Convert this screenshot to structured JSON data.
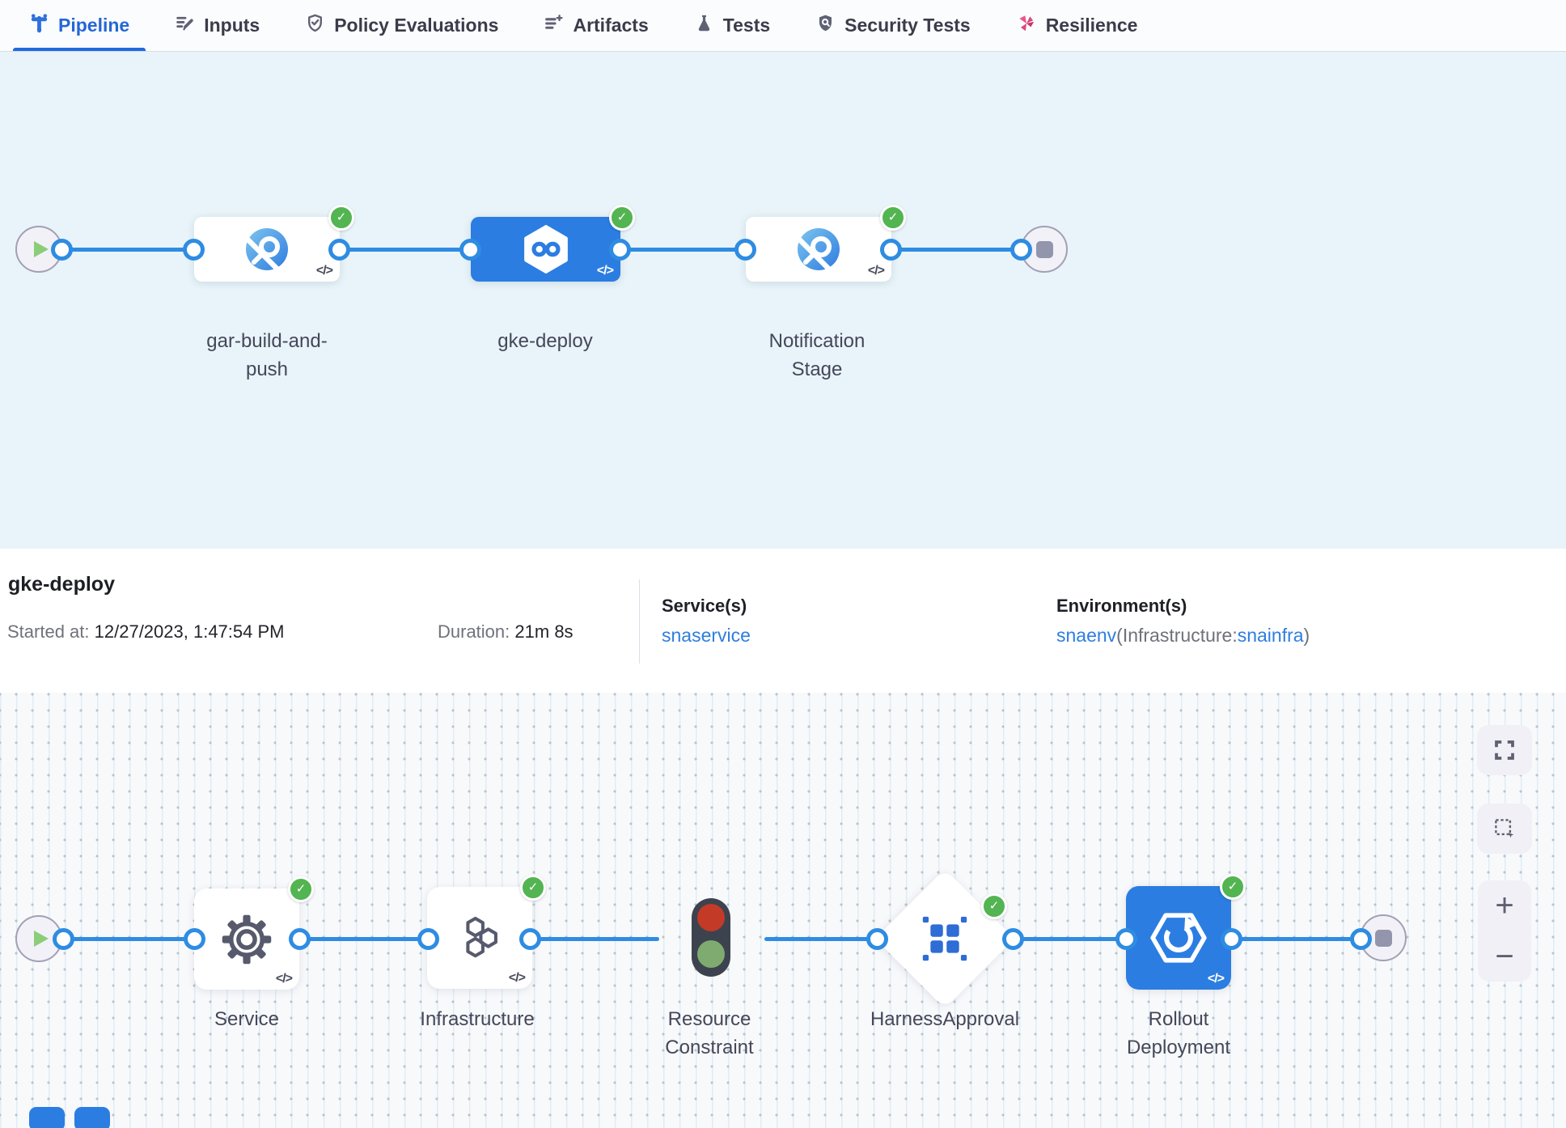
{
  "glyphs": {
    "code": "</>",
    "check": "✓",
    "plus": "+",
    "minus": "−"
  },
  "colors": {
    "accent_blue": "#2b7de2",
    "connector_blue": "#2e8ce2",
    "success_green": "#53b452",
    "link_blue": "#2e7de2",
    "resilience_pink": "#dd4779",
    "top_graph_bg": "#e8f4f9",
    "canvas_bg": "#f8f9fb"
  },
  "tabs": [
    {
      "label": "Pipeline",
      "icon": "pipeline-icon",
      "active": true
    },
    {
      "label": "Inputs",
      "icon": "inputs-icon",
      "active": false
    },
    {
      "label": "Policy Evaluations",
      "icon": "policy-icon",
      "active": false
    },
    {
      "label": "Artifacts",
      "icon": "artifacts-icon",
      "active": false
    },
    {
      "label": "Tests",
      "icon": "tests-icon",
      "active": false
    },
    {
      "label": "Security Tests",
      "icon": "security-icon",
      "active": false
    },
    {
      "label": "Resilience",
      "icon": "resilience-icon",
      "active": false
    }
  ],
  "top_graph": {
    "stages": [
      {
        "label": "gar-build-and-push",
        "status": "success",
        "selected": false
      },
      {
        "label": "gke-deploy",
        "status": "success",
        "selected": true
      },
      {
        "label": "Notification Stage",
        "status": "success",
        "selected": false
      }
    ]
  },
  "summary": {
    "title": "gke-deploy",
    "started_label": "Started at:",
    "started_value": "12/27/2023, 1:47:54 PM",
    "duration_label": "Duration:",
    "duration_value": "21m 8s",
    "services_label": "Service(s)",
    "service_link": "snaservice",
    "environments_label": "Environment(s)",
    "environment_link": "snaenv",
    "infrastructure_prefix": "(Infrastructure:",
    "infrastructure_link": "snainfra",
    "infrastructure_suffix": ")"
  },
  "execution_graph": {
    "steps": [
      {
        "label": "Service",
        "status": "success"
      },
      {
        "label": "Infrastructure",
        "status": "success"
      },
      {
        "label": "Resource Constraint",
        "status": "none"
      },
      {
        "label": "HarnessApproval",
        "status": "success"
      },
      {
        "label": "Rollout Deployment",
        "status": "success"
      }
    ]
  }
}
